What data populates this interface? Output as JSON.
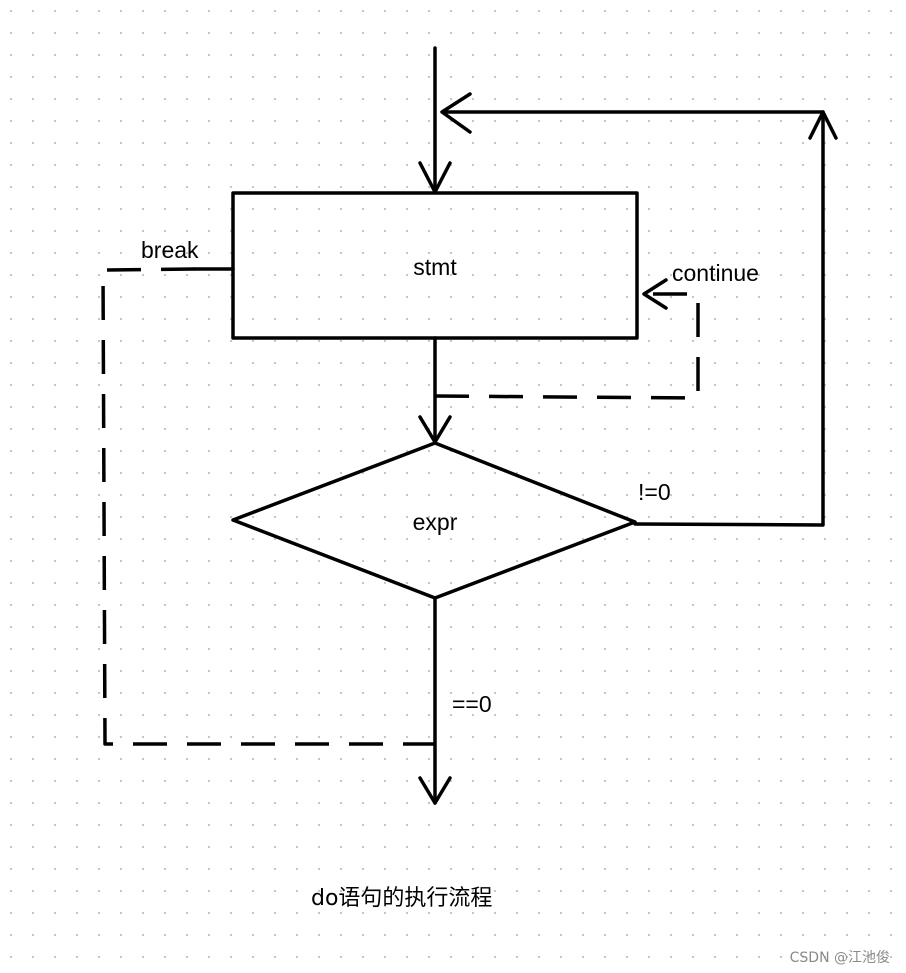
{
  "diagram": {
    "nodes": {
      "stmt": "stmt",
      "expr": "expr"
    },
    "edges": {
      "break": "break",
      "continue": "continue",
      "not_zero": "!=0",
      "equals_zero": "==0"
    },
    "caption": "do语句的执行流程"
  },
  "watermark": "CSDN @江池俊",
  "colors": {
    "line": "#000000",
    "background": "#ffffff",
    "grid_dot": "#c4c4c4",
    "watermark": "#8a8a8a"
  }
}
